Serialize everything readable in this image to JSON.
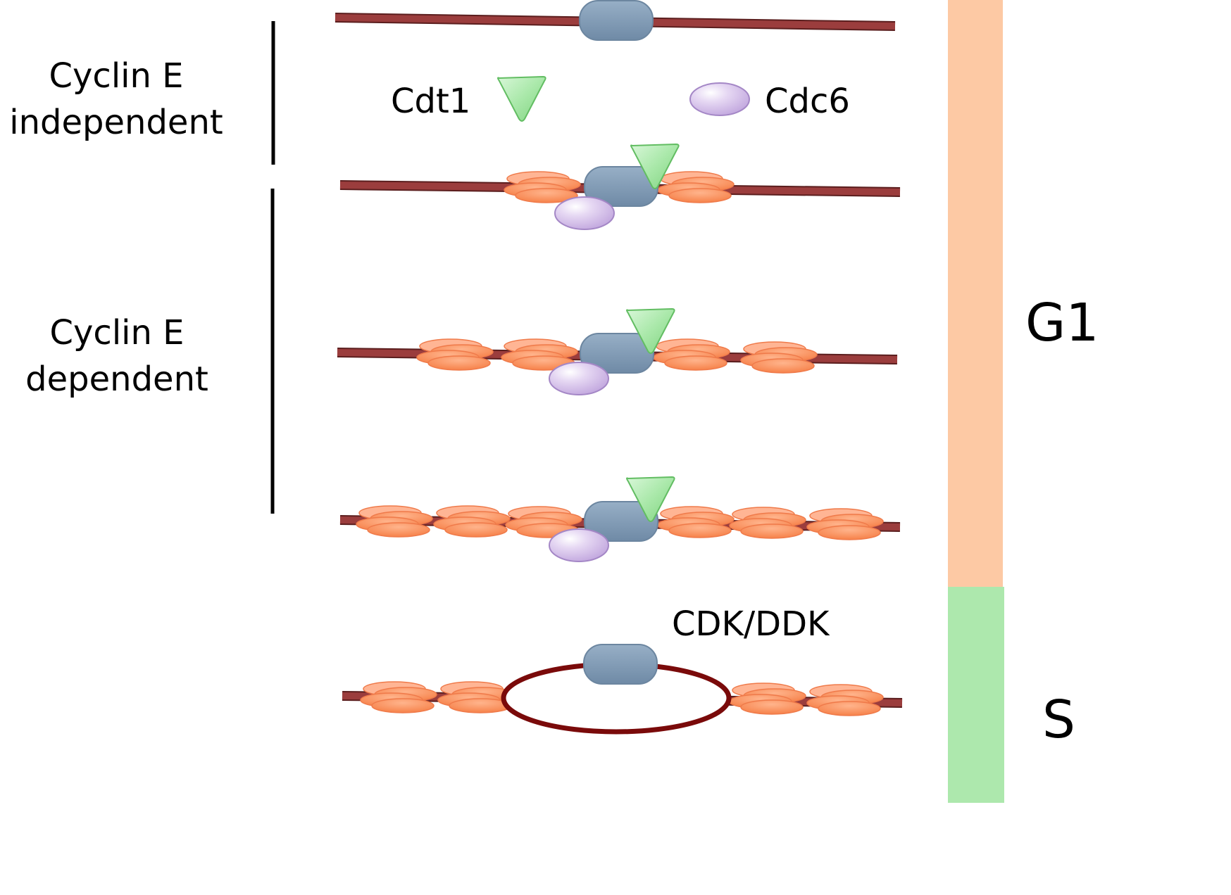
{
  "labels": {
    "cyclin_e_independent_line1": "Cyclin E",
    "cyclin_e_independent_line2": "independent",
    "cyclin_e_dependent_line1": "Cyclin E",
    "cyclin_e_dependent_line2": "dependent",
    "cdt1": "Cdt1",
    "cdc6": "Cdc6",
    "cdk_ddk": "CDK/DDK",
    "phase_g1": "G1",
    "phase_s": "S"
  },
  "colors": {
    "dna": "#9b3d3d",
    "orc": "#7f9ab4",
    "cdt1": "#a6e8a6",
    "cdc6": "#d9c6ec",
    "mcm": "#fb8a55",
    "g1_bar": "#fdc9a4",
    "s_bar": "#ade8ad",
    "bubble": "#7a0a0a"
  }
}
